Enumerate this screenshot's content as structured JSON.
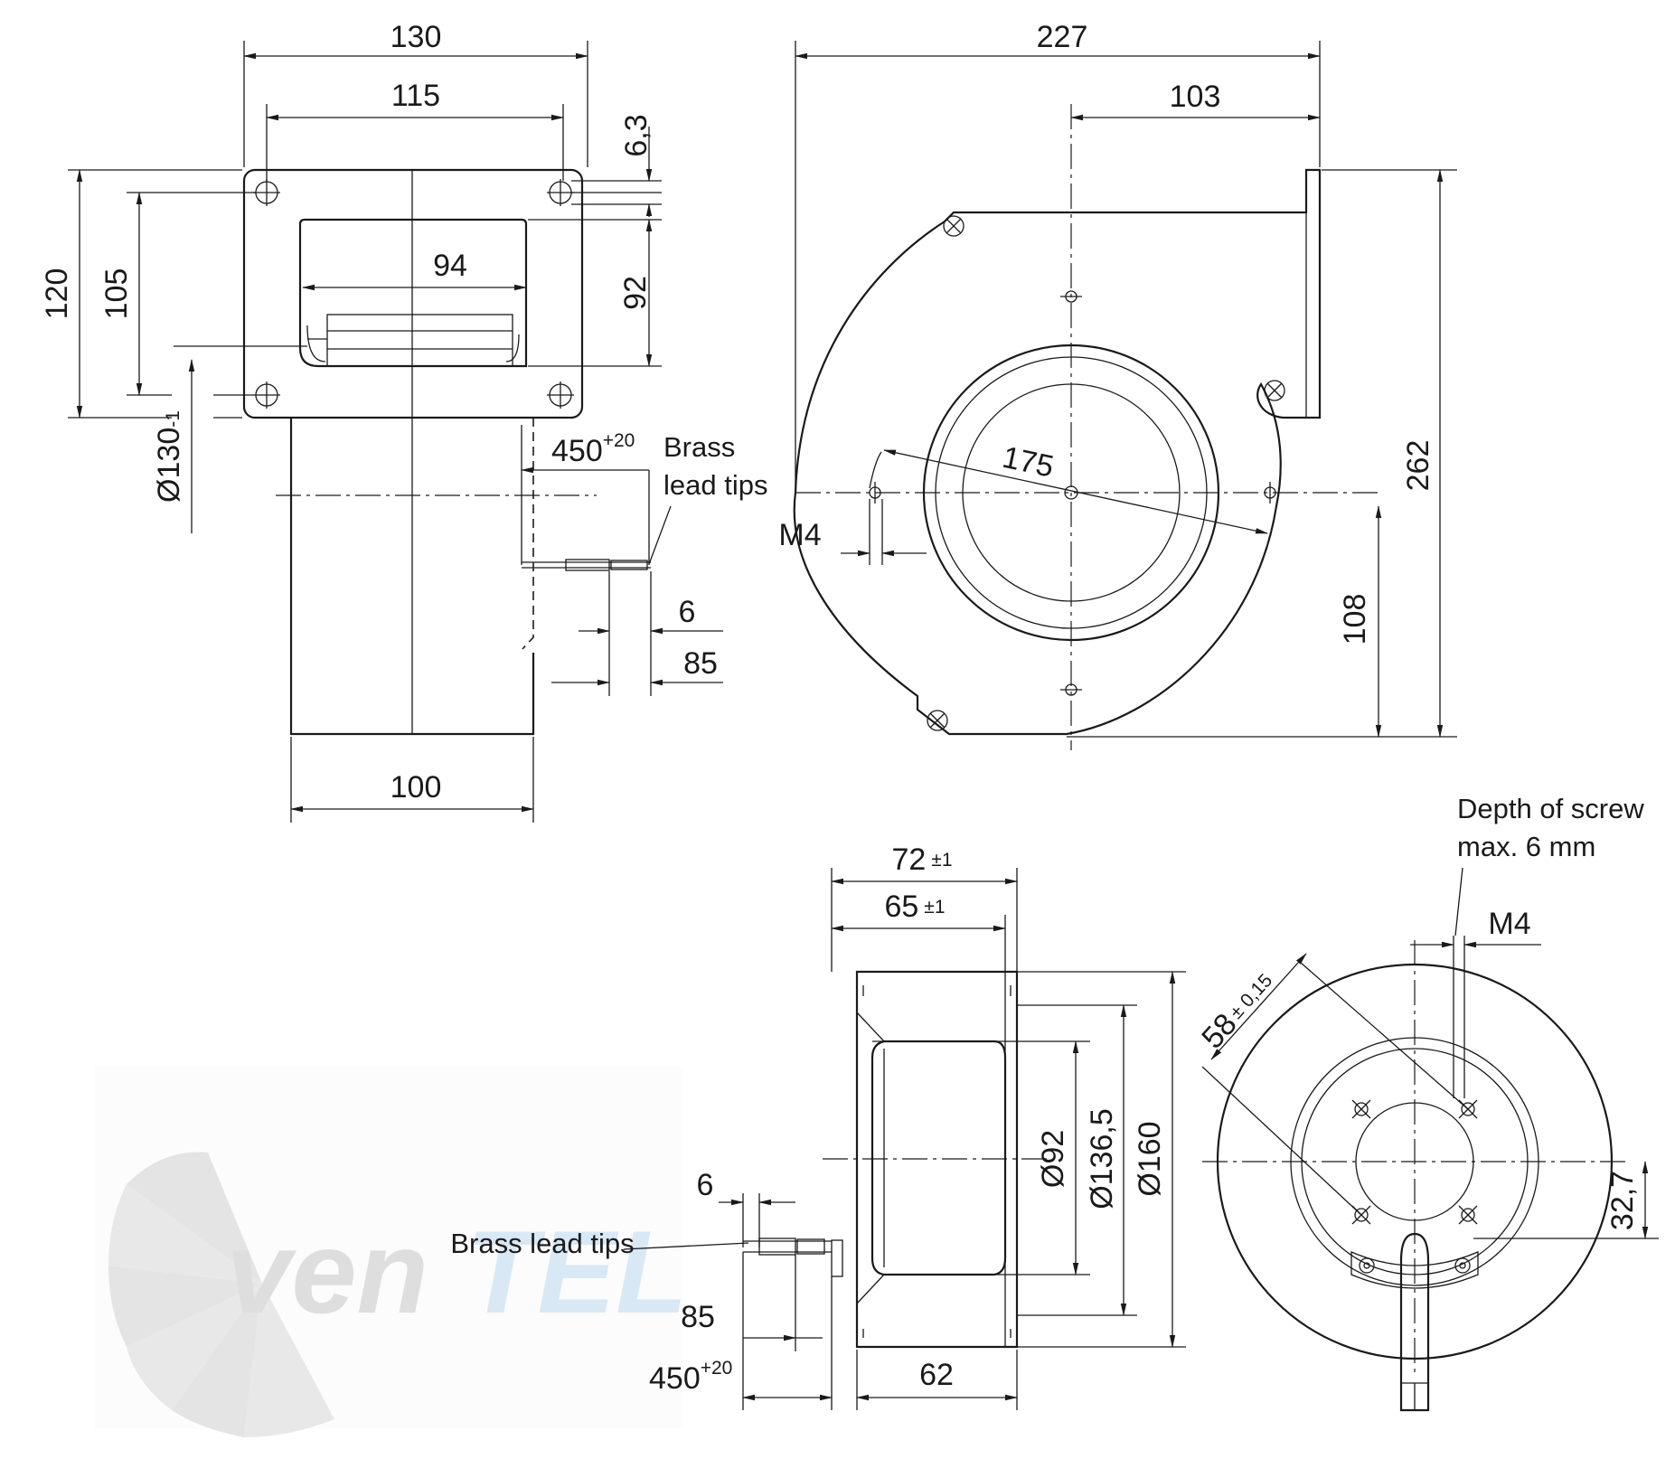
{
  "front_view": {
    "dim_130": "130",
    "dim_115": "115",
    "dim_94": "94",
    "dim_120": "120",
    "dim_105": "105",
    "dim_6_3": "6,3",
    "dim_92": "92",
    "dim_dia130": "Ø130",
    "dim_dia130_tol": "-1",
    "dim_450": "450",
    "dim_450_tol": "+20",
    "brass_line1": "Brass",
    "brass_line2": "lead tips",
    "dim_6": "6",
    "dim_85": "85",
    "dim_100": "100"
  },
  "side_view": {
    "dim_227": "227",
    "dim_103": "103",
    "dim_175": "175",
    "dim_m4": "M4",
    "dim_262": "262",
    "dim_108": "108"
  },
  "bottom_view": {
    "dim_72": "72",
    "dim_72_tol": "±1",
    "dim_65": "65",
    "dim_65_tol": "±1",
    "dim_dia92": "Ø92",
    "dim_dia136": "Ø136,5",
    "dim_dia160": "Ø160",
    "dim_6": "6",
    "brass_label": "Brass lead tips",
    "dim_85": "85",
    "dim_450": "450",
    "dim_450_tol": "+20",
    "dim_62": "62"
  },
  "rear_view": {
    "depth_line1": "Depth of screw",
    "depth_line2": "max. 6 mm",
    "dim_m4": "M4",
    "dim_58": "58",
    "dim_58_tol": "± 0,15",
    "dim_32_7": "32,7"
  },
  "watermark": {
    "text_a": "ven",
    "text_b": "TEL",
    "color_a": "#c4c4c4",
    "color_b": "#b9d6ee"
  }
}
